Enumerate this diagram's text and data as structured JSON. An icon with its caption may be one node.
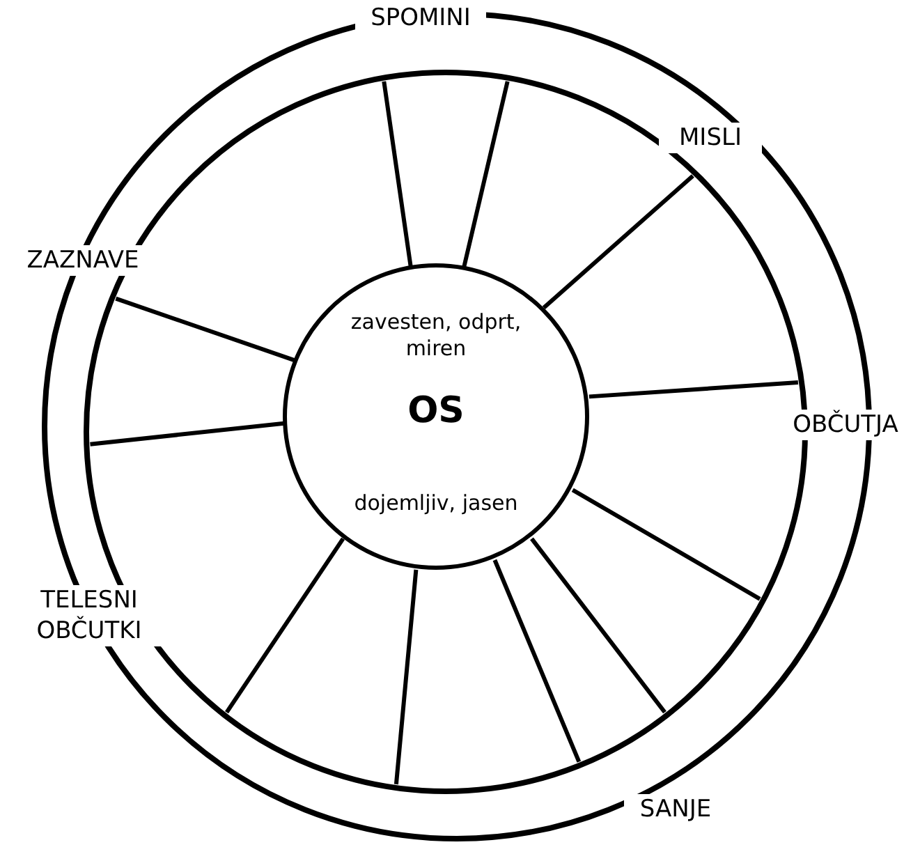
{
  "diagram": {
    "nodes": [
      {
        "text": [
          "zavesten, odprt, miren",
          "OS",
          "dojemljiv, jasen"
        ]
      }
    ],
    "labels": [
      "SPOMINI",
      "MISLI",
      "ZAZNAVE",
      "OBČUTJA",
      "TELESNI OBČUTKI",
      "SANJE"
    ]
  }
}
